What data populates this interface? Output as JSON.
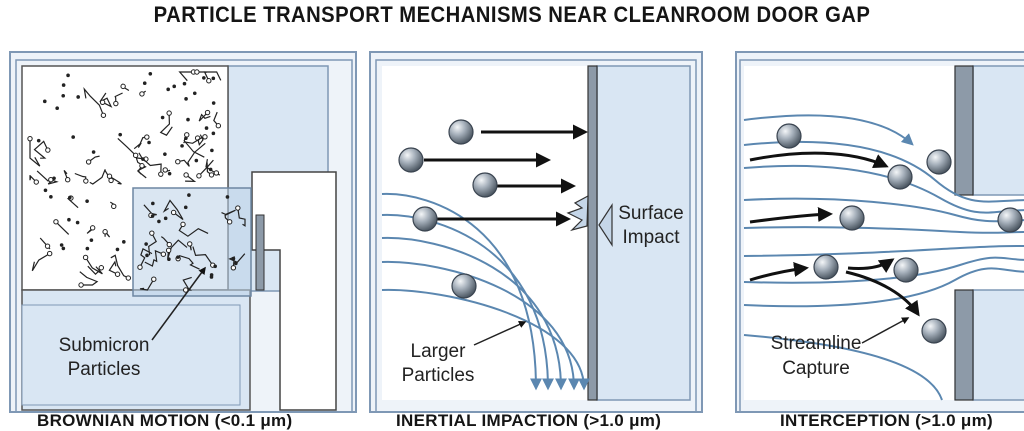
{
  "title": "PARTICLE TRANSPORT MECHANISMS NEAR CLEANROOM DOOR GAP",
  "panels": [
    {
      "caption": "BROWNIAN MOTION (<0.1 μm)",
      "label_lines": [
        "Submicron",
        "Particles"
      ]
    },
    {
      "caption": "INERTIAL IMPACTION (>1.0 μm)",
      "label_lines": [
        "Larger",
        "Particles"
      ],
      "impact_label_lines": [
        "Surface",
        "Impact"
      ]
    },
    {
      "caption": "INTERCEPTION (>1.0 μm)",
      "label_lines": [
        "Streamline",
        "Capture"
      ]
    }
  ],
  "colors": {
    "ink": "#151515",
    "panel_border": "#7f98b5",
    "wall_fill": "#d9e6f3",
    "room_fill": "#ffffff",
    "streamline": "#5b87b0",
    "particle": "#8a96a3",
    "arrow": "#111111"
  }
}
